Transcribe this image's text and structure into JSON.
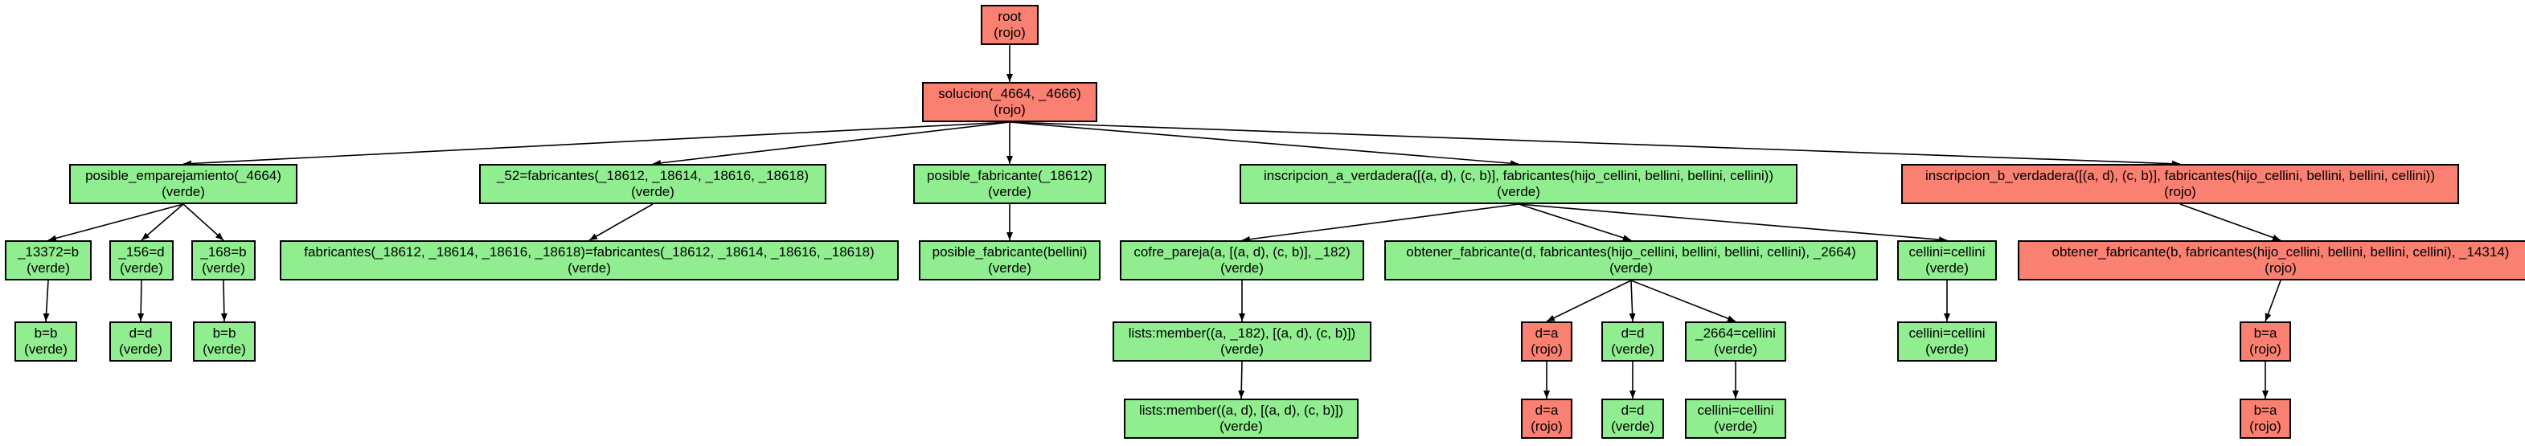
{
  "colors": {
    "verde": "#90ee90",
    "rojo": "#fa8072",
    "edge": "#000000",
    "border": "#000000"
  },
  "nodes": [
    {
      "id": "root",
      "label": "root",
      "status": "(rojo)",
      "color": "rojo"
    },
    {
      "id": "solucion",
      "label": "solucion(_4664, _4666)",
      "status": "(rojo)",
      "color": "rojo"
    },
    {
      "id": "pos_emp",
      "label": "posible_emparejamiento(_4664)",
      "status": "(verde)",
      "color": "verde"
    },
    {
      "id": "fab52",
      "label": "_52=fabricantes(_18612, _18614, _18616, _18618)",
      "status": "(verde)",
      "color": "verde"
    },
    {
      "id": "pos_fab",
      "label": "posible_fabricante(_18612)",
      "status": "(verde)",
      "color": "verde"
    },
    {
      "id": "insc_a",
      "label": "inscripcion_a_verdadera([(a, d), (c, b)], fabricantes(hijo_cellini, bellini, bellini, cellini))",
      "status": "(verde)",
      "color": "verde"
    },
    {
      "id": "insc_b",
      "label": "inscripcion_b_verdadera([(a, d), (c, b)], fabricantes(hijo_cellini, bellini, bellini, cellini))",
      "status": "(rojo)",
      "color": "rojo"
    },
    {
      "id": "n13372",
      "label": "_13372=b",
      "status": "(verde)",
      "color": "verde"
    },
    {
      "id": "n156",
      "label": "_156=d",
      "status": "(verde)",
      "color": "verde"
    },
    {
      "id": "n168",
      "label": "_168=b",
      "status": "(verde)",
      "color": "verde"
    },
    {
      "id": "fab_eq",
      "label": "fabricantes(_18612, _18614, _18616, _18618)=fabricantes(_18612, _18614, _18616, _18618)",
      "status": "(verde)",
      "color": "verde"
    },
    {
      "id": "pos_fab_bel",
      "label": "posible_fabricante(bellini)",
      "status": "(verde)",
      "color": "verde"
    },
    {
      "id": "cofre",
      "label": "cofre_pareja(a, [(a, d), (c, b)], _182)",
      "status": "(verde)",
      "color": "verde"
    },
    {
      "id": "obt_d",
      "label": "obtener_fabricante(d, fabricantes(hijo_cellini, bellini, bellini, cellini), _2664)",
      "status": "(verde)",
      "color": "verde"
    },
    {
      "id": "cell_eq",
      "label": "cellini=cellini",
      "status": "(verde)",
      "color": "verde"
    },
    {
      "id": "obt_b",
      "label": "obtener_fabricante(b, fabricantes(hijo_cellini, bellini, bellini, cellini), _14314)",
      "status": "(rojo)",
      "color": "rojo"
    },
    {
      "id": "bb1",
      "label": "b=b",
      "status": "(verde)",
      "color": "verde"
    },
    {
      "id": "dd1",
      "label": "d=d",
      "status": "(verde)",
      "color": "verde"
    },
    {
      "id": "bb2",
      "label": "b=b",
      "status": "(verde)",
      "color": "verde"
    },
    {
      "id": "lm1",
      "label": "lists:member((a, _182), [(a, d), (c, b)])",
      "status": "(verde)",
      "color": "verde"
    },
    {
      "id": "da1",
      "label": "d=a",
      "status": "(rojo)",
      "color": "rojo"
    },
    {
      "id": "dd2",
      "label": "d=d",
      "status": "(verde)",
      "color": "verde"
    },
    {
      "id": "n2664",
      "label": "_2664=cellini",
      "status": "(verde)",
      "color": "verde"
    },
    {
      "id": "cell_eq2",
      "label": "cellini=cellini",
      "status": "(verde)",
      "color": "verde"
    },
    {
      "id": "ba1",
      "label": "b=a",
      "status": "(rojo)",
      "color": "rojo"
    },
    {
      "id": "lm2",
      "label": "lists:member((a, d), [(a, d), (c, b)])",
      "status": "(verde)",
      "color": "verde"
    },
    {
      "id": "da2",
      "label": "d=a",
      "status": "(rojo)",
      "color": "rojo"
    },
    {
      "id": "dd3",
      "label": "d=d",
      "status": "(verde)",
      "color": "verde"
    },
    {
      "id": "cell_eq3",
      "label": "cellini=cellini",
      "status": "(verde)",
      "color": "verde"
    },
    {
      "id": "ba2",
      "label": "b=a",
      "status": "(rojo)",
      "color": "rojo"
    }
  ],
  "edges": [
    [
      "root",
      "solucion"
    ],
    [
      "solucion",
      "pos_emp"
    ],
    [
      "solucion",
      "fab52"
    ],
    [
      "solucion",
      "pos_fab"
    ],
    [
      "solucion",
      "insc_a"
    ],
    [
      "solucion",
      "insc_b"
    ],
    [
      "pos_emp",
      "n13372"
    ],
    [
      "pos_emp",
      "n156"
    ],
    [
      "pos_emp",
      "n168"
    ],
    [
      "fab52",
      "fab_eq"
    ],
    [
      "pos_fab",
      "pos_fab_bel"
    ],
    [
      "insc_a",
      "cofre"
    ],
    [
      "insc_a",
      "obt_d"
    ],
    [
      "insc_a",
      "cell_eq"
    ],
    [
      "insc_b",
      "obt_b"
    ],
    [
      "n13372",
      "bb1"
    ],
    [
      "n156",
      "dd1"
    ],
    [
      "n168",
      "bb2"
    ],
    [
      "cofre",
      "lm1"
    ],
    [
      "obt_d",
      "da1"
    ],
    [
      "obt_d",
      "dd2"
    ],
    [
      "obt_d",
      "n2664"
    ],
    [
      "cell_eq",
      "cell_eq2"
    ],
    [
      "obt_b",
      "ba1"
    ],
    [
      "lm1",
      "lm2"
    ],
    [
      "da1",
      "da2"
    ],
    [
      "dd2",
      "dd3"
    ],
    [
      "n2664",
      "cell_eq3"
    ],
    [
      "ba1",
      "ba2"
    ]
  ]
}
